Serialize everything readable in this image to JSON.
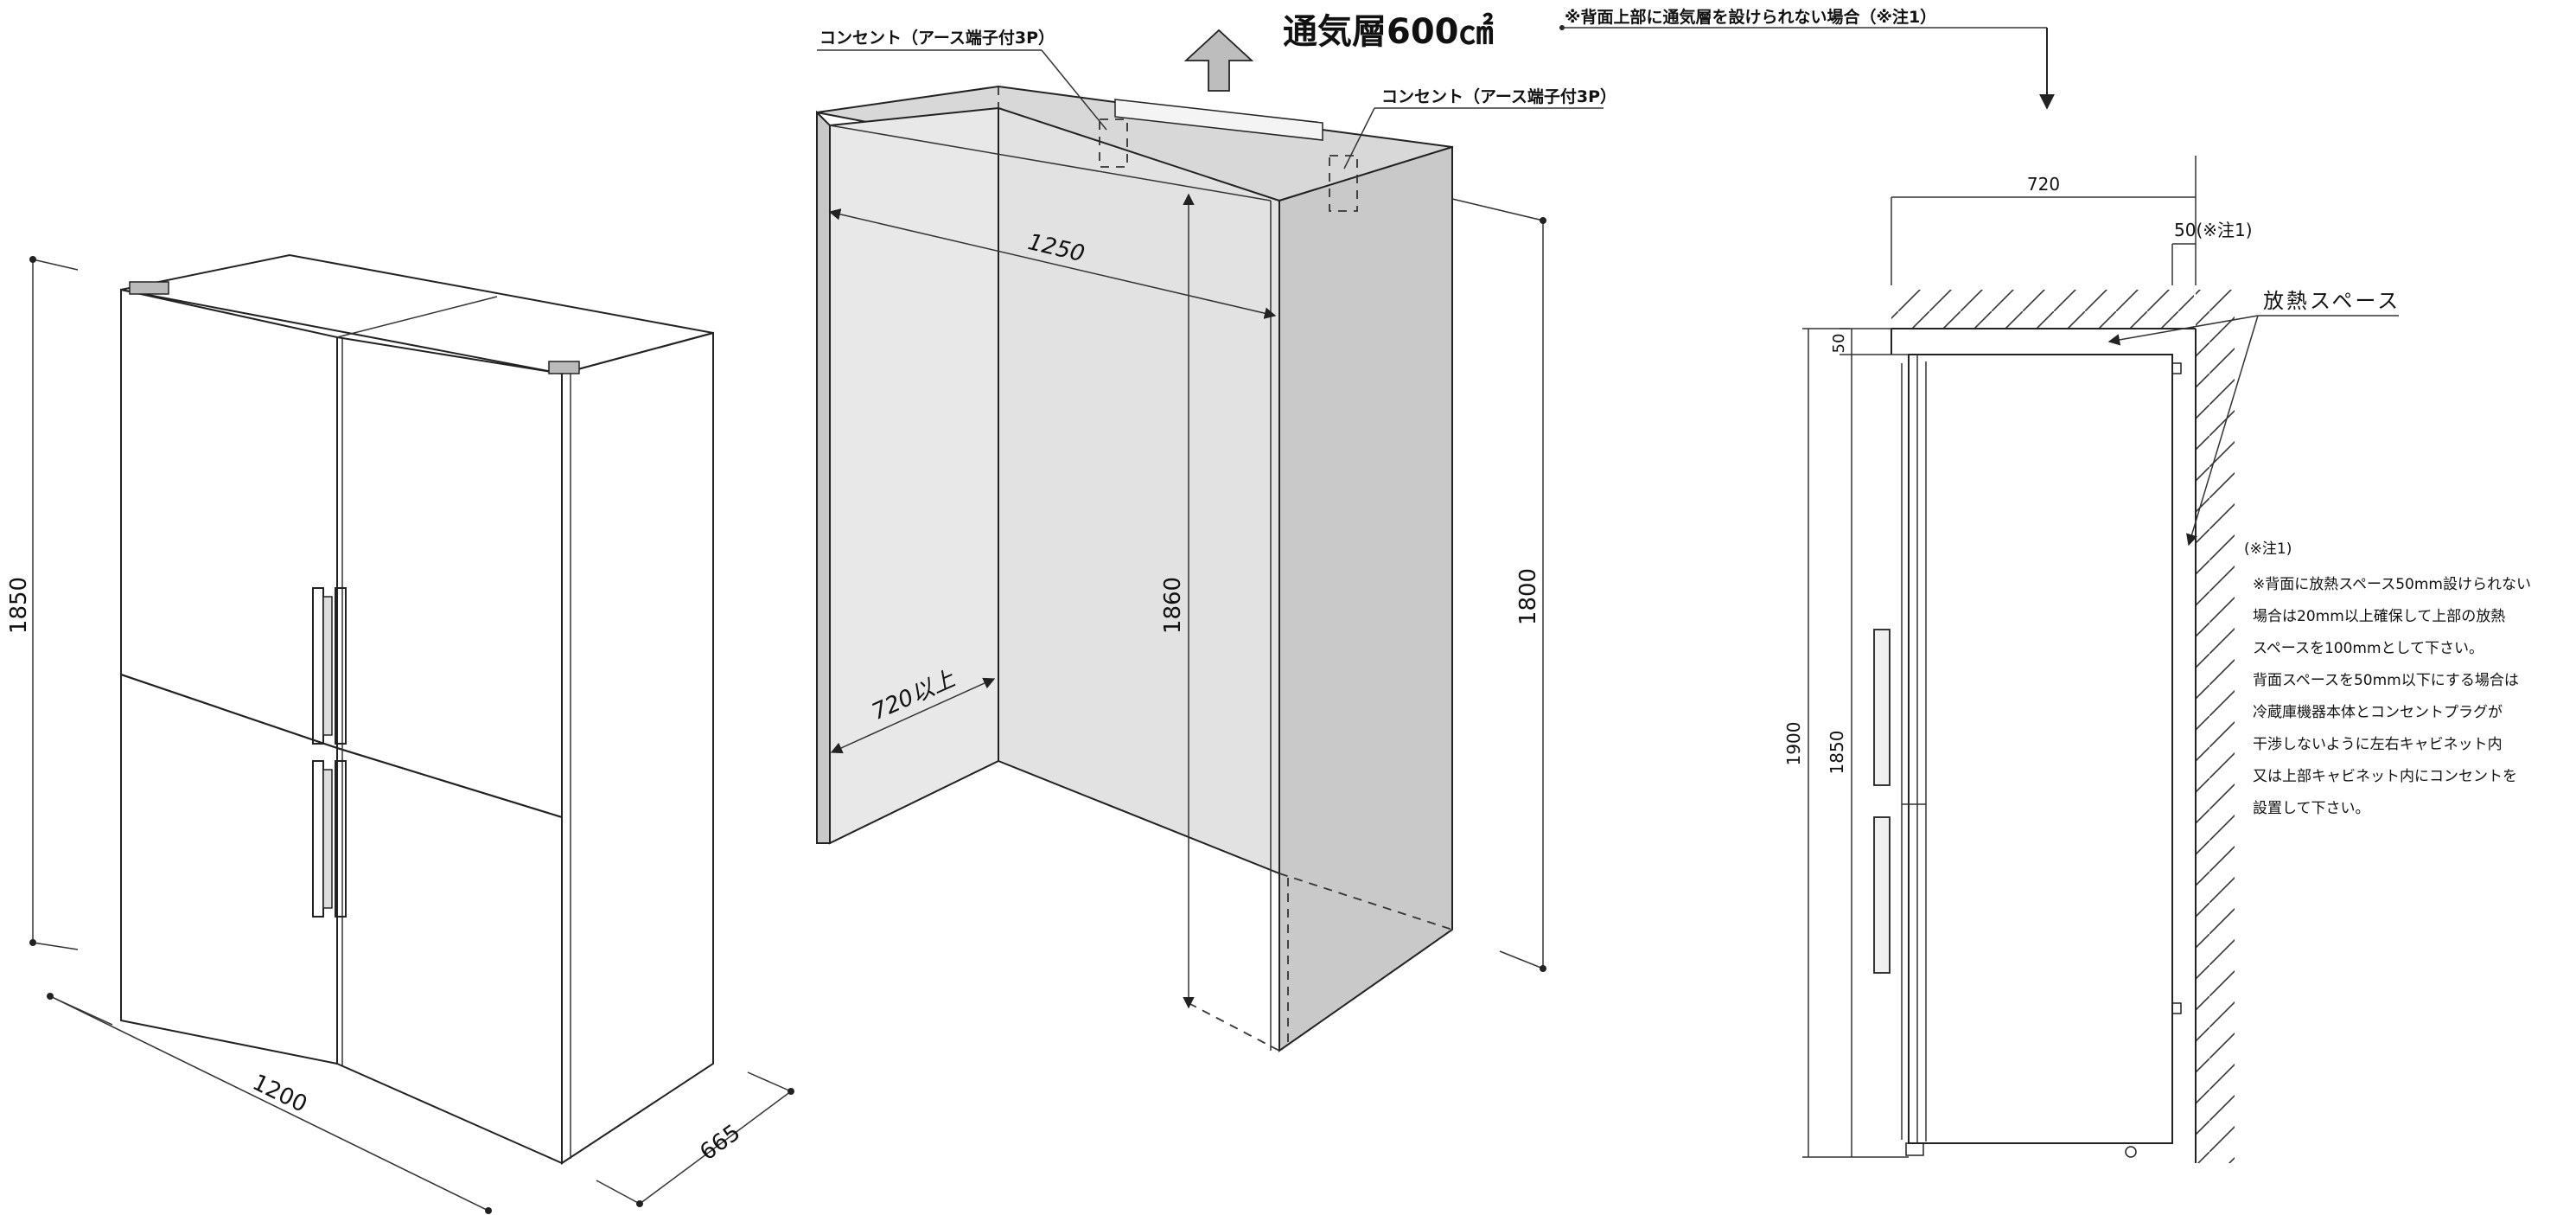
{
  "fridge": {
    "height_label": "1850",
    "width_label": "1200",
    "depth_label": "665"
  },
  "cabinet": {
    "outlet_top_label": "コンセント（アース端子付3P）",
    "outlet_right_label": "コンセント（アース端子付3P）",
    "ventilation_label": "通気層600㎠",
    "ventilation_note": "※背面上部に通気層を設けられない場合（※注1）",
    "width_label": "1250",
    "depth_label": "720以上",
    "inner_height_label": "1860",
    "outer_height_label": "1800"
  },
  "side": {
    "width_label": "720",
    "rear_gap_label": "50(※注1)",
    "top_gap_label": "50",
    "total_height_label": "1900",
    "unit_height_label": "1850",
    "heat_space_label": "放熱スペース",
    "note_title": "(※注1)",
    "note_lines": [
      "※背面に放熱スペース50mm設けられない",
      "場合は20mm以上確保して上部の放熱",
      "スペースを100mmとして下さい。",
      "背面スペースを50mm以下にする場合は",
      "冷蔵庫機器本体とコンセントプラグが",
      "干渉しないように左右キャビネット内",
      "又は上部キャビネット内にコンセントを",
      "設置して下さい。"
    ]
  }
}
